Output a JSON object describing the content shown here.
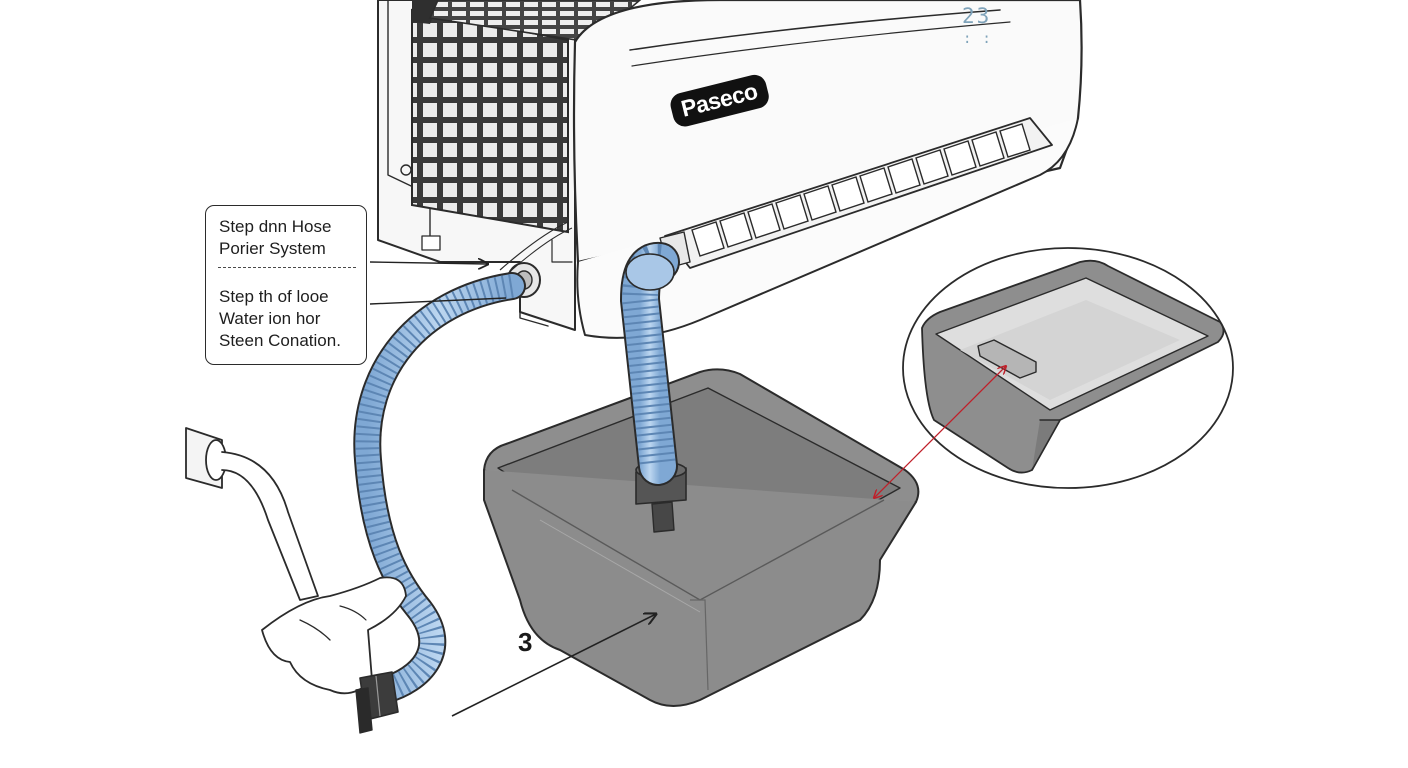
{
  "unit": {
    "brand_label": "Paseco",
    "brand_mark": "®",
    "display_reading": "23",
    "display_dots": "::"
  },
  "callout": {
    "line1": "Step dnn Hose",
    "line2": "Porier System",
    "line3": "Step th of looe",
    "line4": "Water ion hor",
    "line5": "Steen Conation."
  },
  "step_number": "3",
  "colors": {
    "outline": "#2b2b2b",
    "hose_blue": "#9ec2e6",
    "basin_gray": "#8e8e8e",
    "display_blue": "#7fa3ba",
    "pointer_red": "#c0202a"
  }
}
